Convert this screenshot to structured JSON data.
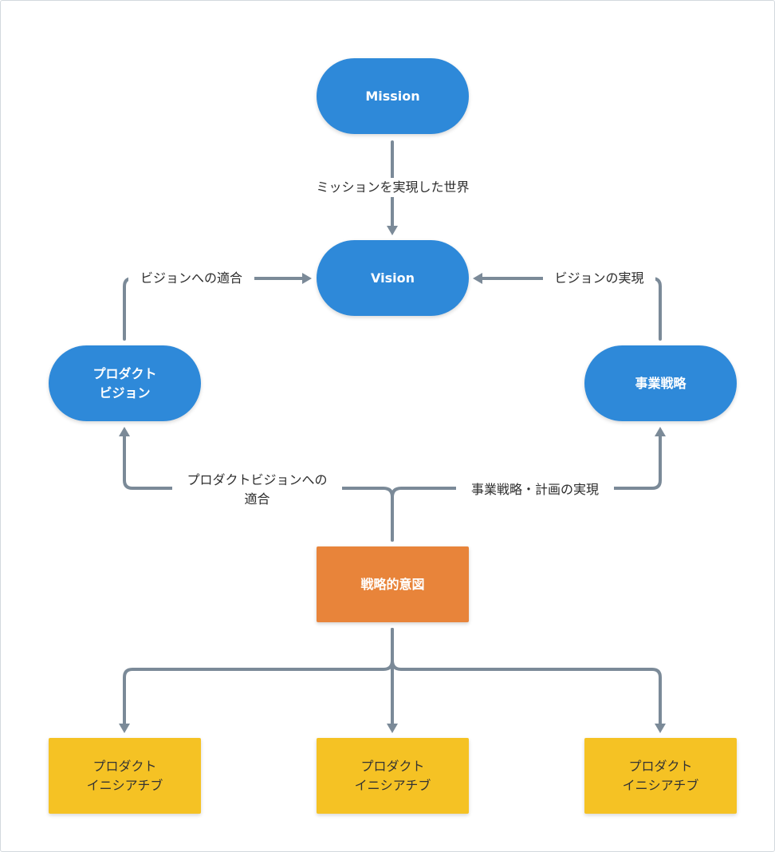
{
  "nodes": {
    "mission": {
      "text": "Mission"
    },
    "vision": {
      "text": "Vision"
    },
    "product_vision": {
      "line1": "プロダクト",
      "line2": "ビジョン"
    },
    "business_strategy": {
      "text": "事業戦略"
    },
    "strategic_intent": {
      "text": "戦略的意図"
    },
    "initiative_1": {
      "line1": "プロダクト",
      "line2": "イニシアチブ"
    },
    "initiative_2": {
      "line1": "プロダクト",
      "line2": "イニシアチブ"
    },
    "initiative_3": {
      "line1": "プロダクト",
      "line2": "イニシアチブ"
    }
  },
  "edge_labels": {
    "mission_to_vision": "ミッションを実現した世界",
    "product_vision_to_vision": "ビジョンへの適合",
    "business_strategy_to_vision": "ビジョンの実現",
    "intent_to_product_vision_line1": "プロダクトビジョンへの",
    "intent_to_product_vision_line2": "適合",
    "intent_to_business_strategy": "事業戦略・計画の実現"
  },
  "colors": {
    "pill_blue": "#2e89d9",
    "intent_orange": "#e8843a",
    "initiative_yellow": "#f5c224",
    "connector_gray": "#7b8a98"
  }
}
